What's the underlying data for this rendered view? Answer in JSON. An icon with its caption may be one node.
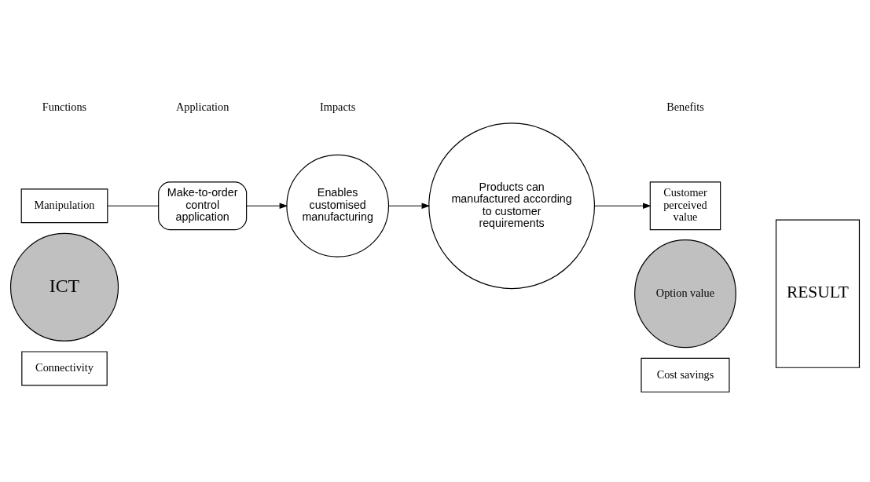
{
  "diagram": {
    "nodes": [
      {
        "text": [
          "Manipulation"
        ]
      },
      {
        "text": [
          "ICT"
        ]
      },
      {
        "text": [
          "Connectivity"
        ]
      },
      {
        "text": [
          "Make-to-order control application"
        ]
      },
      {
        "text": [
          "Enables customised manufacturing"
        ]
      },
      {
        "text": [
          "Products can manufactured according to customer requirements"
        ]
      },
      {
        "text": [
          "Customer perceived value"
        ]
      },
      {
        "text": [
          "Option value"
        ]
      },
      {
        "text": [
          "Cost savings"
        ]
      },
      {
        "text": [
          "RESULT"
        ]
      }
    ],
    "edges": [
      {
        "from": 0,
        "to": 3,
        "arrow": "none"
      },
      {
        "from": 3,
        "to": 4,
        "arrow": "to"
      },
      {
        "from": 4,
        "to": 5,
        "arrow": "to"
      },
      {
        "from": 5,
        "to": 6,
        "arrow": "to"
      }
    ],
    "labels": [
      "Functions",
      "Application",
      "Impacts",
      "Benefits"
    ]
  }
}
